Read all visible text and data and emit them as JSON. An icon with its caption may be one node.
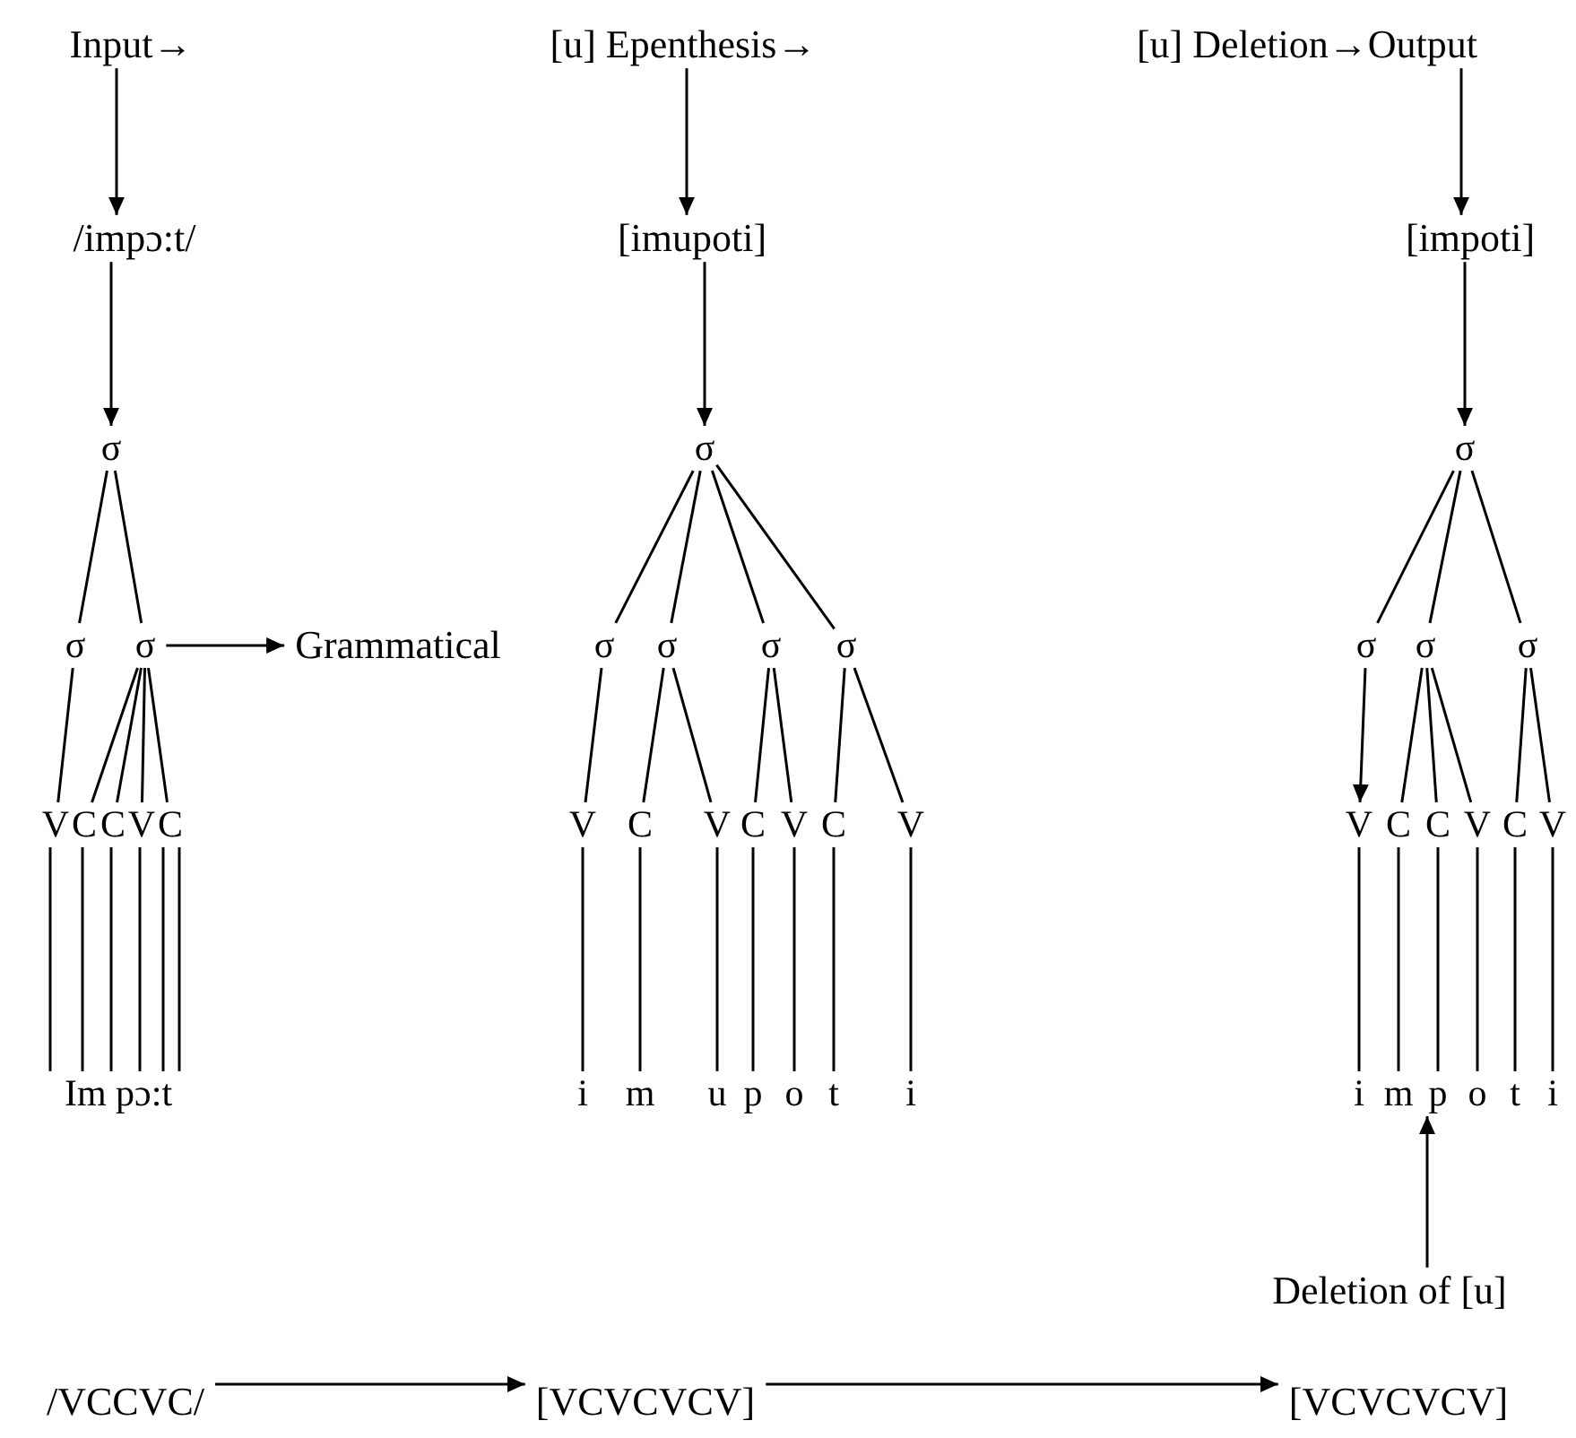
{
  "diagram": {
    "nodes": [
      {
        "text": [
          "Input→"
        ]
      },
      {
        "text": [
          "[u] Epenthesis→"
        ]
      },
      {
        "text": [
          "[u] Deletion→Output"
        ]
      },
      {
        "text": [
          "/impɔ:t/"
        ]
      },
      {
        "text": [
          "[imupoti]"
        ]
      },
      {
        "text": [
          "[impoti]"
        ]
      },
      {
        "text": [
          "σ"
        ]
      },
      {
        "text": [
          "σ"
        ]
      },
      {
        "text": [
          "σ"
        ]
      },
      {
        "text": [
          "Grammatical"
        ]
      },
      {
        "text": [
          "V"
        ]
      },
      {
        "text": [
          "C"
        ]
      },
      {
        "text": [
          "C"
        ]
      },
      {
        "text": [
          "V"
        ]
      },
      {
        "text": [
          "C"
        ]
      },
      {
        "text": [
          "Im pɔ:t"
        ]
      },
      {
        "text": [
          "σ"
        ]
      },
      {
        "text": [
          "σ"
        ]
      },
      {
        "text": [
          "σ"
        ]
      },
      {
        "text": [
          "σ"
        ]
      },
      {
        "text": [
          "σ"
        ]
      },
      {
        "text": [
          "V"
        ]
      },
      {
        "text": [
          "C"
        ]
      },
      {
        "text": [
          "V"
        ]
      },
      {
        "text": [
          "C"
        ]
      },
      {
        "text": [
          "V"
        ]
      },
      {
        "text": [
          "C"
        ]
      },
      {
        "text": [
          "V"
        ]
      },
      {
        "text": [
          "i"
        ]
      },
      {
        "text": [
          "m"
        ]
      },
      {
        "text": [
          "u"
        ]
      },
      {
        "text": [
          "p"
        ]
      },
      {
        "text": [
          "o"
        ]
      },
      {
        "text": [
          "t"
        ]
      },
      {
        "text": [
          "i"
        ]
      },
      {
        "text": [
          "σ"
        ]
      },
      {
        "text": [
          "σ"
        ]
      },
      {
        "text": [
          "σ"
        ]
      },
      {
        "text": [
          "σ"
        ]
      },
      {
        "text": [
          "V"
        ]
      },
      {
        "text": [
          "C"
        ]
      },
      {
        "text": [
          "C"
        ]
      },
      {
        "text": [
          "V"
        ]
      },
      {
        "text": [
          "C"
        ]
      },
      {
        "text": [
          "V"
        ]
      },
      {
        "text": [
          "i"
        ]
      },
      {
        "text": [
          "m"
        ]
      },
      {
        "text": [
          "p"
        ]
      },
      {
        "text": [
          "o"
        ]
      },
      {
        "text": [
          "t"
        ]
      },
      {
        "text": [
          "i"
        ]
      },
      {
        "text": [
          "Deletion of [u]"
        ]
      },
      {
        "text": [
          "/VCCVC/"
        ]
      },
      {
        "text": [
          "[VCVCVCV]"
        ]
      },
      {
        "text": [
          "[VCVCVCV]"
        ]
      }
    ],
    "edges": [
      {
        "from": 0,
        "to": 3,
        "arrow": "to"
      },
      {
        "from": 3,
        "to": 6,
        "arrow": "to"
      },
      {
        "from": 1,
        "to": 4,
        "arrow": "to"
      },
      {
        "from": 4,
        "to": 16,
        "arrow": "to"
      },
      {
        "from": 2,
        "to": 5,
        "arrow": "to"
      },
      {
        "from": 5,
        "to": 35,
        "arrow": "to"
      },
      {
        "from": 6,
        "to": 7,
        "arrow": "none"
      },
      {
        "from": 6,
        "to": 8,
        "arrow": "none"
      },
      {
        "from": 8,
        "to": 9,
        "arrow": "to"
      },
      {
        "from": 7,
        "to": 10,
        "arrow": "none"
      },
      {
        "from": 8,
        "to": 11,
        "arrow": "none"
      },
      {
        "from": 8,
        "to": 12,
        "arrow": "none"
      },
      {
        "from": 8,
        "to": 13,
        "arrow": "none"
      },
      {
        "from": 8,
        "to": 14,
        "arrow": "none"
      },
      {
        "from": 10,
        "to": 15,
        "arrow": "none"
      },
      {
        "from": 11,
        "to": 15,
        "arrow": "none"
      },
      {
        "from": 12,
        "to": 15,
        "arrow": "none"
      },
      {
        "from": 13,
        "to": 15,
        "arrow": "none"
      },
      {
        "from": 14,
        "to": 15,
        "arrow": "none"
      },
      {
        "from": 14,
        "to": 15,
        "arrow": "none"
      },
      {
        "from": 16,
        "to": 17,
        "arrow": "none"
      },
      {
        "from": 16,
        "to": 18,
        "arrow": "none"
      },
      {
        "from": 16,
        "to": 19,
        "arrow": "none"
      },
      {
        "from": 16,
        "to": 20,
        "arrow": "none"
      },
      {
        "from": 17,
        "to": 21,
        "arrow": "none"
      },
      {
        "from": 18,
        "to": 22,
        "arrow": "none"
      },
      {
        "from": 18,
        "to": 23,
        "arrow": "none"
      },
      {
        "from": 19,
        "to": 24,
        "arrow": "none"
      },
      {
        "from": 19,
        "to": 25,
        "arrow": "none"
      },
      {
        "from": 20,
        "to": 26,
        "arrow": "none"
      },
      {
        "from": 20,
        "to": 27,
        "arrow": "none"
      },
      {
        "from": 21,
        "to": 28,
        "arrow": "none"
      },
      {
        "from": 22,
        "to": 29,
        "arrow": "none"
      },
      {
        "from": 23,
        "to": 30,
        "arrow": "none"
      },
      {
        "from": 24,
        "to": 31,
        "arrow": "none"
      },
      {
        "from": 25,
        "to": 32,
        "arrow": "none"
      },
      {
        "from": 26,
        "to": 33,
        "arrow": "none"
      },
      {
        "from": 27,
        "to": 34,
        "arrow": "none"
      },
      {
        "from": 35,
        "to": 36,
        "arrow": "none"
      },
      {
        "from": 35,
        "to": 37,
        "arrow": "none"
      },
      {
        "from": 35,
        "to": 38,
        "arrow": "none"
      },
      {
        "from": 36,
        "to": 39,
        "arrow": "to"
      },
      {
        "from": 37,
        "to": 40,
        "arrow": "none"
      },
      {
        "from": 37,
        "to": 41,
        "arrow": "none"
      },
      {
        "from": 37,
        "to": 42,
        "arrow": "none"
      },
      {
        "from": 38,
        "to": 43,
        "arrow": "none"
      },
      {
        "from": 38,
        "to": 44,
        "arrow": "none"
      },
      {
        "from": 39,
        "to": 45,
        "arrow": "none"
      },
      {
        "from": 40,
        "to": 46,
        "arrow": "none"
      },
      {
        "from": 41,
        "to": 47,
        "arrow": "none"
      },
      {
        "from": 42,
        "to": 48,
        "arrow": "none"
      },
      {
        "from": 43,
        "to": 49,
        "arrow": "none"
      },
      {
        "from": 44,
        "to": 50,
        "arrow": "none"
      },
      {
        "from": 51,
        "to": 47,
        "arrow": "to"
      },
      {
        "from": 52,
        "to": 53,
        "arrow": "to"
      },
      {
        "from": 53,
        "to": 54,
        "arrow": "to"
      }
    ]
  }
}
